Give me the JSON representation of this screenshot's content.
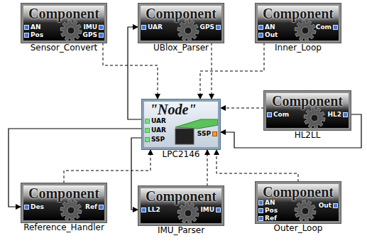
{
  "diagram": {
    "nodes": [
      {
        "text": [
          "Component",
          "Sensor_Convert"
        ]
      },
      {
        "text": [
          "Component",
          "UBlox_Parser"
        ]
      },
      {
        "text": [
          "Component",
          "Inner_Loop"
        ]
      },
      {
        "text": [
          "\"Node\"",
          "LPC2146"
        ]
      },
      {
        "text": [
          "Component",
          "HL2LL"
        ]
      },
      {
        "text": [
          "Component",
          "Reference_Handler"
        ]
      },
      {
        "text": [
          "Component",
          "IMU_Parser"
        ]
      },
      {
        "text": [
          "Component",
          "Outer_Loop"
        ]
      }
    ],
    "edges": [
      {
        "from": 0,
        "to": 3,
        "arrow": "to"
      },
      {
        "from": 1,
        "to": 3,
        "arrow": "to"
      },
      {
        "from": 2,
        "to": 3,
        "arrow": "to"
      },
      {
        "from": 3,
        "to": 1,
        "arrow": "to"
      },
      {
        "from": 4,
        "to": 3,
        "arrow": "to"
      },
      {
        "from": 4,
        "to": 3,
        "arrow": "to"
      },
      {
        "from": 3,
        "to": 5,
        "arrow": "to"
      },
      {
        "from": 3,
        "to": 6,
        "arrow": "to"
      },
      {
        "from": 5,
        "to": 3,
        "arrow": "to"
      },
      {
        "from": 6,
        "to": 3,
        "arrow": "to"
      },
      {
        "from": 7,
        "to": 3,
        "arrow": "to"
      }
    ],
    "labels": [
      "AN",
      "Pos",
      "IMU",
      "GPS",
      "UAR",
      "GPS",
      "AN",
      "Out",
      "Com",
      "UAR",
      "UAR",
      "SSP",
      "SSP",
      "Com",
      "HL2",
      "Des",
      "Ref",
      "LL2",
      "IMU",
      "AN",
      "Pos",
      "Ref",
      "Out"
    ]
  }
}
